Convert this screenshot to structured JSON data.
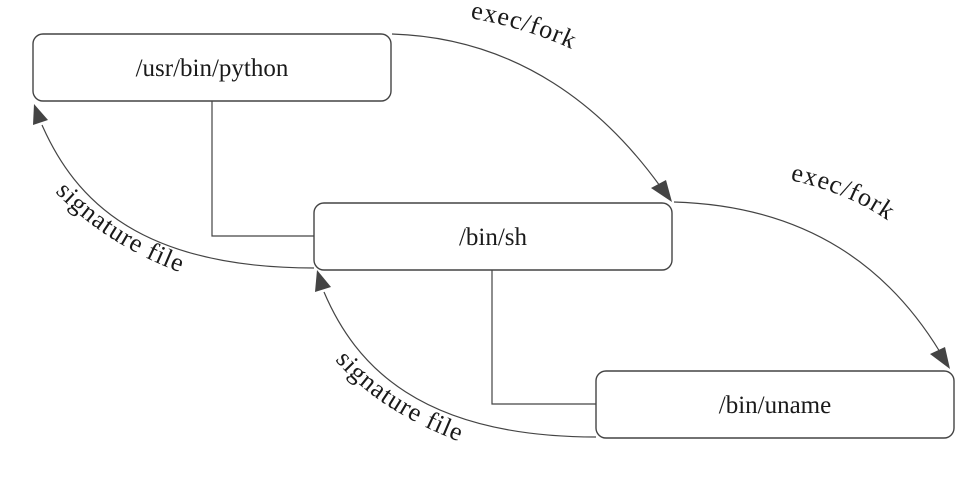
{
  "nodes": {
    "python": "/usr/bin/python",
    "sh": "/bin/sh",
    "uname": "/bin/uname"
  },
  "edges": {
    "python_to_sh": "exec/fork",
    "sh_to_uname": "exec/fork",
    "sh_to_python": "signature file",
    "uname_to_sh": "signature file"
  }
}
